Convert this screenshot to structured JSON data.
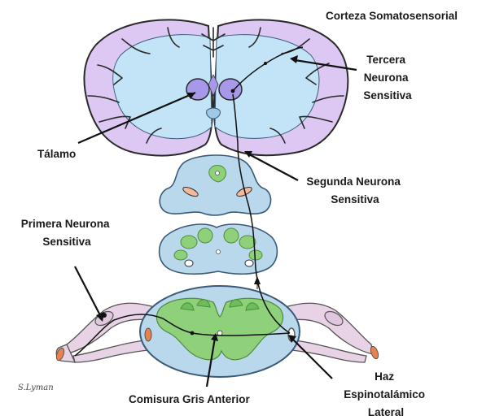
{
  "labels": {
    "cortex": "Corteza Somatosensorial",
    "third_neuron": [
      "Tercera",
      "Neurona",
      "Sensitiva"
    ],
    "thalamus": "Tálamo",
    "second_neuron": [
      "Segunda Neurona",
      "Sensitiva"
    ],
    "first_neuron": [
      "Primera Neurona",
      "Sensitiva"
    ],
    "commissure": "Comisura Gris Anterior",
    "tract": [
      "Haz",
      "Espinotalámico",
      "Lateral"
    ]
  },
  "signature": "S.Lyman",
  "colors": {
    "cortex": "#dcc8f2",
    "cortex_outline": "#2a2a2a",
    "white_matter": "#c2e4f6",
    "thalamus": "#a898ea",
    "cord": "#b9d8ec",
    "gray_matter": "#8fd07a",
    "root": "#e8d2e6",
    "ganglion_cut": "#e8824a",
    "pathway": "#111111"
  }
}
